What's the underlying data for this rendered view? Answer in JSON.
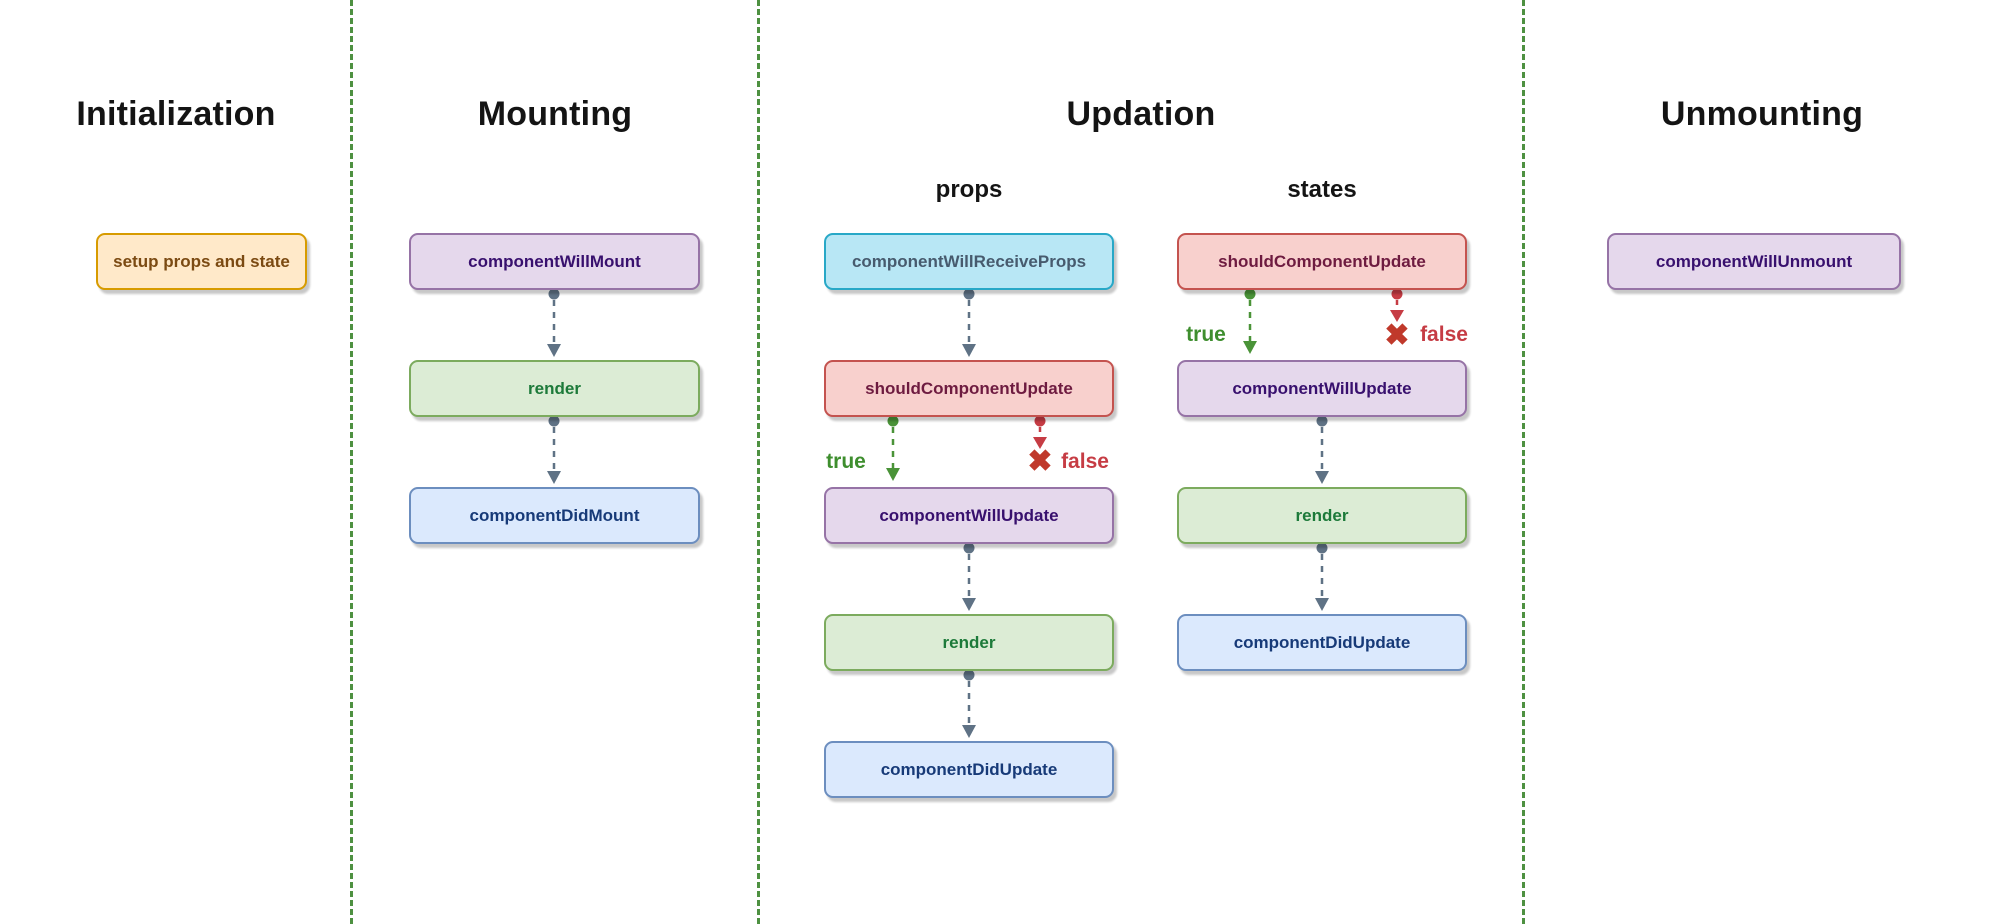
{
  "sections": {
    "initialization": {
      "title": "Initialization",
      "setup_box": "setup props and state"
    },
    "mounting": {
      "title": "Mounting",
      "component_will_mount": "componentWillMount",
      "render": "render",
      "component_did_mount": "componentDidMount"
    },
    "updation": {
      "title": "Updation",
      "props_column": {
        "label": "props",
        "component_will_receive_props": "componentWillReceiveProps",
        "should_component_update": "shouldComponentUpdate",
        "true_label": "true",
        "false_label": "false",
        "x_mark": "✖",
        "component_will_update": "componentWillUpdate",
        "render": "render",
        "component_did_update": "componentDidUpdate"
      },
      "states_column": {
        "label": "states",
        "should_component_update": "shouldComponentUpdate",
        "true_label": "true",
        "false_label": "false",
        "x_mark": "✖",
        "component_will_update": "componentWillUpdate",
        "render": "render",
        "component_did_update": "componentDidUpdate"
      }
    },
    "unmounting": {
      "title": "Unmounting",
      "component_will_unmount": "componentWillUnmount"
    }
  },
  "colors": {
    "orange_fill": "#ffe9c9",
    "orange_border": "#d79b00",
    "orange_text": "#7b4a12",
    "purple_fill": "#e5d8ec",
    "purple_border": "#9673a6",
    "purple_text": "#38106e",
    "green_fill": "#dcecd5",
    "green_border": "#7cab5e",
    "green_text": "#1d7a3a",
    "blue_fill": "#dbe9fd",
    "blue_border": "#6c8ebf",
    "blue_text": "#173a78",
    "cyan_fill": "#b8e7f5",
    "cyan_border": "#28a8c7",
    "cyan_text": "#475b6e",
    "red_fill": "#f8d0cd",
    "red_border": "#c4534f",
    "red_text": "#6e1b40",
    "arrow_slate": "#5f7285",
    "arrow_true_green": "#4a9338",
    "arrow_false_red": "#c63c44",
    "separator_green": "#4e9141"
  }
}
